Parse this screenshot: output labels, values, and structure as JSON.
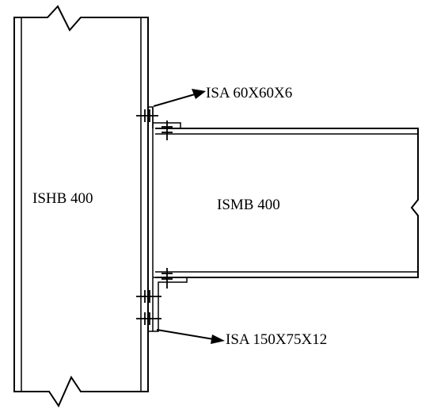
{
  "labels": {
    "column": "ISHB 400",
    "beam": "ISMB 400",
    "seat_angle": "ISA 60X60X6",
    "cleat_angle": "ISA 150X75X12"
  },
  "colors": {
    "line": "#000000",
    "background": "#ffffff"
  }
}
